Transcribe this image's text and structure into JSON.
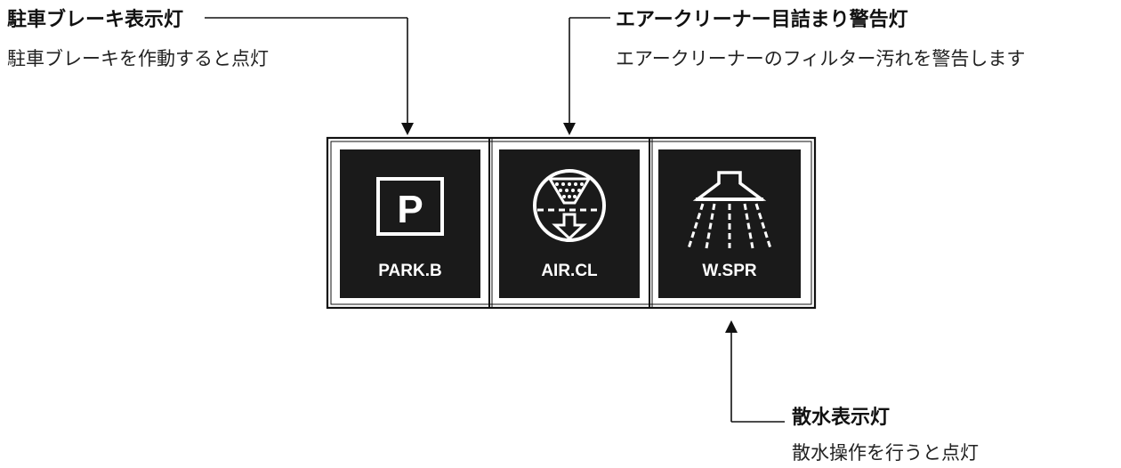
{
  "callouts": {
    "parking": {
      "title": "駐車ブレーキ表示灯",
      "description": "駐車ブレーキを作動すると点灯"
    },
    "air_cleaner": {
      "title": "エアークリーナー目詰まり警告灯",
      "description": "エアークリーナーのフィルター汚れを警告します"
    },
    "sprinkler": {
      "title": "散水表示灯",
      "description": "散水操作を行うと点灯"
    }
  },
  "panel": {
    "indicators": [
      {
        "id": "parking",
        "icon": "parking-p-icon",
        "symbol": "P",
        "label": "PARK.B"
      },
      {
        "id": "air_cleaner",
        "icon": "air-cleaner-icon",
        "label": "AIR.CL"
      },
      {
        "id": "sprinkler",
        "icon": "water-sprinkler-icon",
        "label": "W.SPR"
      }
    ]
  },
  "colors": {
    "panel_bg": "#1a1a1a",
    "panel_fg": "#ffffff",
    "line": "#111111"
  }
}
